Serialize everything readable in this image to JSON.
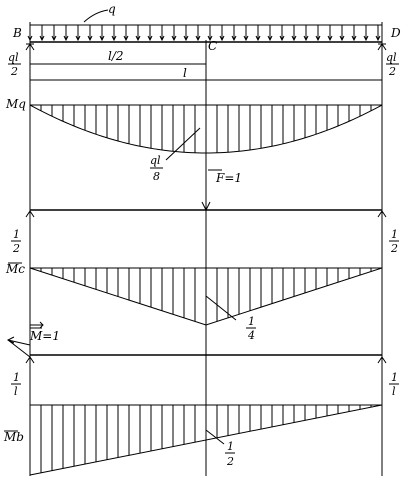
{
  "labels": {
    "load": "q",
    "left_end": "B",
    "mid": "C",
    "right_end": "D",
    "half_span": "l/2",
    "span": "l",
    "unit_force": "F=1",
    "unit_moment": "M=1",
    "diagram_mq": "Mq",
    "diagram_mc": "Mc",
    "diagram_mb": "Mb"
  },
  "fractions": {
    "support_q": {
      "num": "ql",
      "den": "2"
    },
    "mq_peak": {
      "num": "ql",
      "den": "8"
    },
    "support_f": {
      "num": "1",
      "den": "2"
    },
    "mc_peak": {
      "num": "1",
      "den": "4"
    },
    "support_m": {
      "num": "1",
      "den": "l"
    },
    "mb_mid": {
      "num": "1",
      "den": "2"
    }
  }
}
